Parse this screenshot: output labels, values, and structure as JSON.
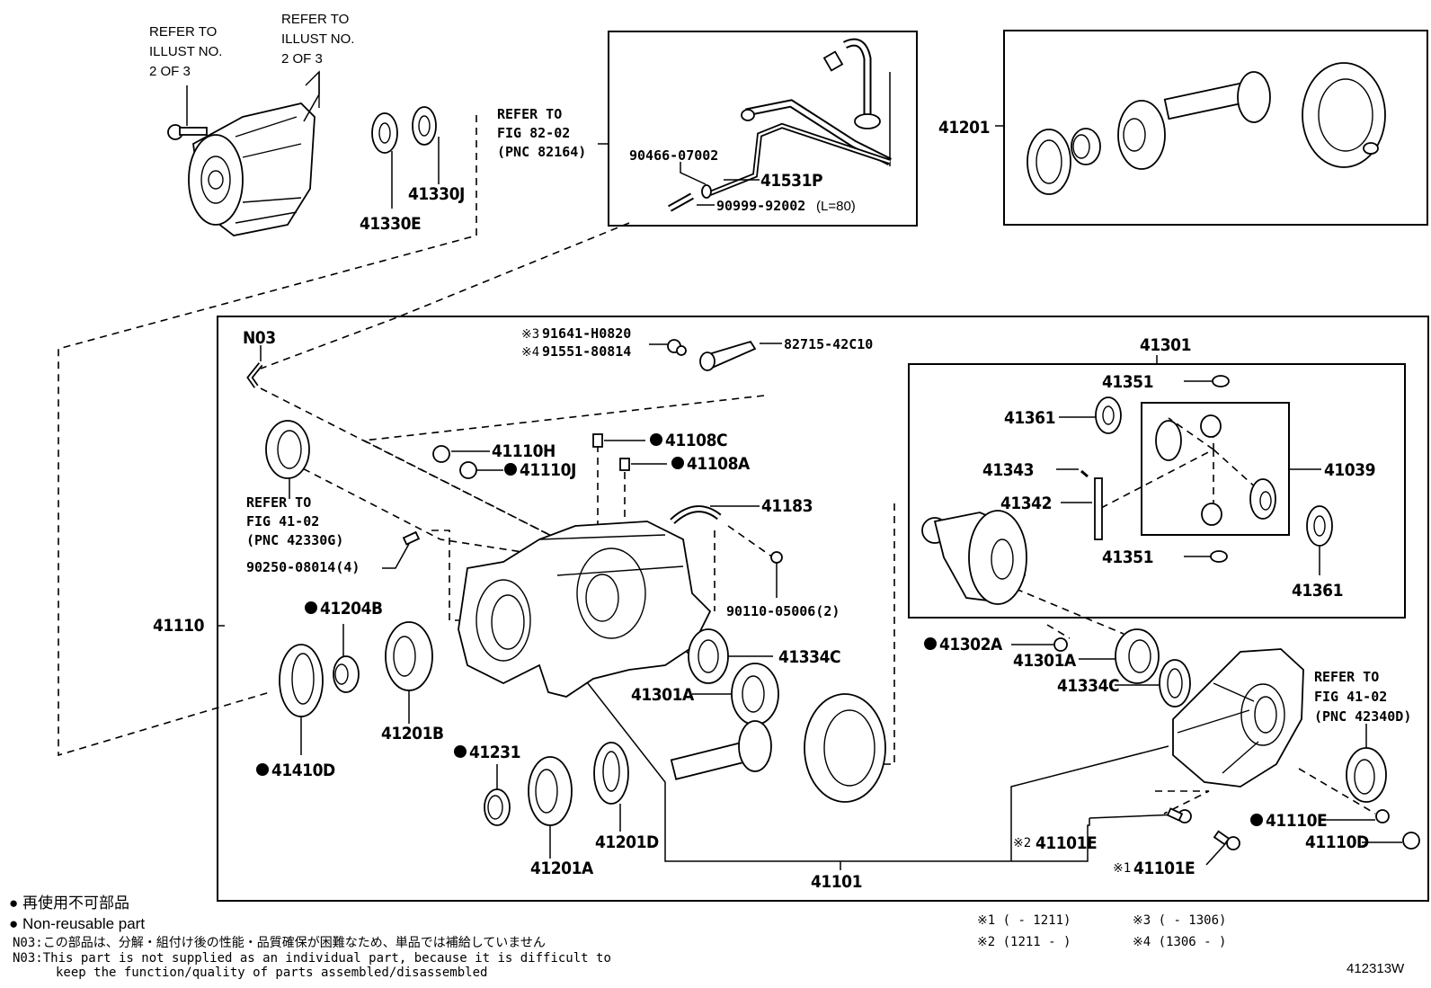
{
  "diagram": {
    "type": "exploded parts diagram",
    "figure_code": "412313W",
    "subject": "Rear differential carrier assembly"
  },
  "references": {
    "illust_left": [
      "REFER TO",
      "ILLUST NO.",
      "2 OF 3"
    ],
    "illust_right": [
      "REFER TO",
      "ILLUST NO.",
      "2 OF 3"
    ],
    "fig_82": [
      "REFER TO",
      "FIG 82-02",
      "(PNC 82164)"
    ],
    "fig_41_left": [
      "REFER TO",
      "FIG 41-02",
      "(PNC 42330G)"
    ],
    "fig_41_right": [
      "REFER TO",
      "FIG 41-02",
      "(PNC 42340D)"
    ]
  },
  "parts": {
    "p41330E": "41330E",
    "p41330J": "41330J",
    "p90466": "90466-07002",
    "p41531P": "41531P",
    "p90999": "90999-92002",
    "p90999_len": "(L=80)",
    "p41201": "41201",
    "pN03": "N03",
    "p91641_mark": "※3",
    "p91641": "91641-H0820",
    "p91551_mark": "※4",
    "p91551": "91551-80814",
    "p82715": "82715-42C10",
    "p41110H": "41110H",
    "p41110J": "41110J",
    "p41108C": "41108C",
    "p41108A": "41108A",
    "p41183": "41183",
    "p90250": "90250-08014(4)",
    "p90110": "90110-05006(2)",
    "p41110": "41110",
    "p41204B": "41204B",
    "p41410D": "41410D",
    "p41201B": "41201B",
    "p41231": "41231",
    "p41201A": "41201A",
    "p41201D": "41201D",
    "p41334C_left": "41334C",
    "p41301A_left": "41301A",
    "p41101": "41101",
    "p41301": "41301",
    "p41351_top": "41351",
    "p41361_left": "41361",
    "p41343": "41343",
    "p41342": "41342",
    "p41039": "41039",
    "p41351_bottom": "41351",
    "p41361_right": "41361",
    "p41302A": "41302A",
    "p41301A_right": "41301A",
    "p41334C_right": "41334C",
    "p41110E": "41110E",
    "p41110D": "41110D",
    "p41101E_2_mark": "※2",
    "p41101E_2": "41101E",
    "p41101E_1_mark": "※1",
    "p41101E_1": "41101E"
  },
  "non_reusable_marker": "●",
  "legend": {
    "jp": "● 再使用不可部品",
    "en": "● Non-reusable part",
    "n03_jp": "N03:この部品は、分解・組付け後の性能・品質確保が困難なため、単品では補給していません",
    "n03_en_1": "N03:This part is not supplied as an individual part, because it is difficult to",
    "n03_en_2": "keep the function/quality of parts assembled/disassembled"
  },
  "date_notes": {
    "n1": "※1 (      - 1211)",
    "n3": "※3 (      - 1306)",
    "n2": "※2 (1211 -      )",
    "n4": "※4 (1306 -      )"
  }
}
